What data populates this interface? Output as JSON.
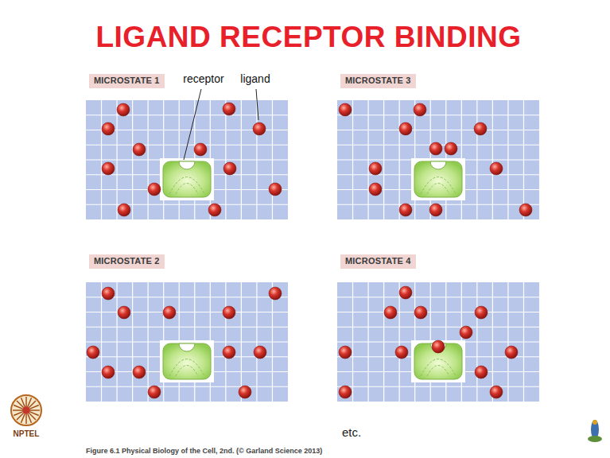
{
  "diagram": {
    "title": "LIGAND RECEPTOR BINDING",
    "caption": "Figure 6.1 Physical Biology of the Cell, 2nd. (© Garland Science 2013)",
    "nodes": [
      {
        "text": [
          "MICROSTATE 1"
        ]
      },
      {
        "text": [
          "MICROSTATE 3"
        ]
      },
      {
        "text": [
          "MICROSTATE 2"
        ]
      },
      {
        "text": [
          "MICROSTATE 4"
        ]
      }
    ],
    "labels": [
      "receptor",
      "ligand",
      "etc.",
      "NPTEL"
    ]
  }
}
